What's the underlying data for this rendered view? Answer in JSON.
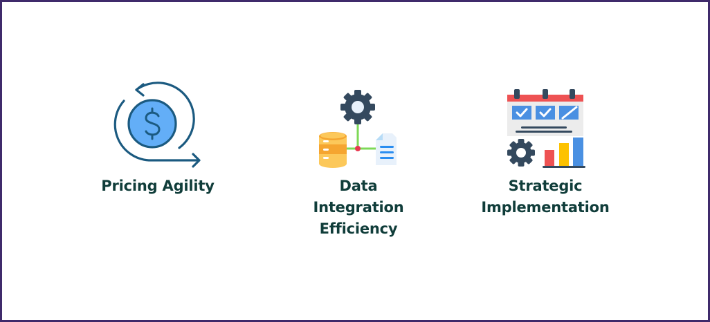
{
  "colors": {
    "border": "#3f2a6b",
    "label_text": "#103d3a",
    "icon_navy": "#1b5a80",
    "icon_blue_fill": "#63aef7",
    "gear_dark": "#34495e",
    "db_yellow": "#fcc85a",
    "db_orange": "#f5a530",
    "connector_green": "#7ed957",
    "connector_node_red": "#e8384f",
    "calendar_red": "#ee5253",
    "calendar_box_blue": "#4a90e2",
    "bar_red": "#ee5253",
    "bar_yellow": "#fdc200",
    "bar_blue": "#4a90e2"
  },
  "items": [
    {
      "id": "pricing-agility",
      "icon": "dollar-cycle-icon",
      "label_lines": [
        "Pricing Agility"
      ]
    },
    {
      "id": "data-integration-efficiency",
      "icon": "data-integration-icon",
      "label_lines": [
        "Data",
        "Integration",
        "Efficiency"
      ]
    },
    {
      "id": "strategic-implementation",
      "icon": "strategic-plan-icon",
      "label_lines": [
        "Strategic",
        "Implementation"
      ]
    }
  ]
}
